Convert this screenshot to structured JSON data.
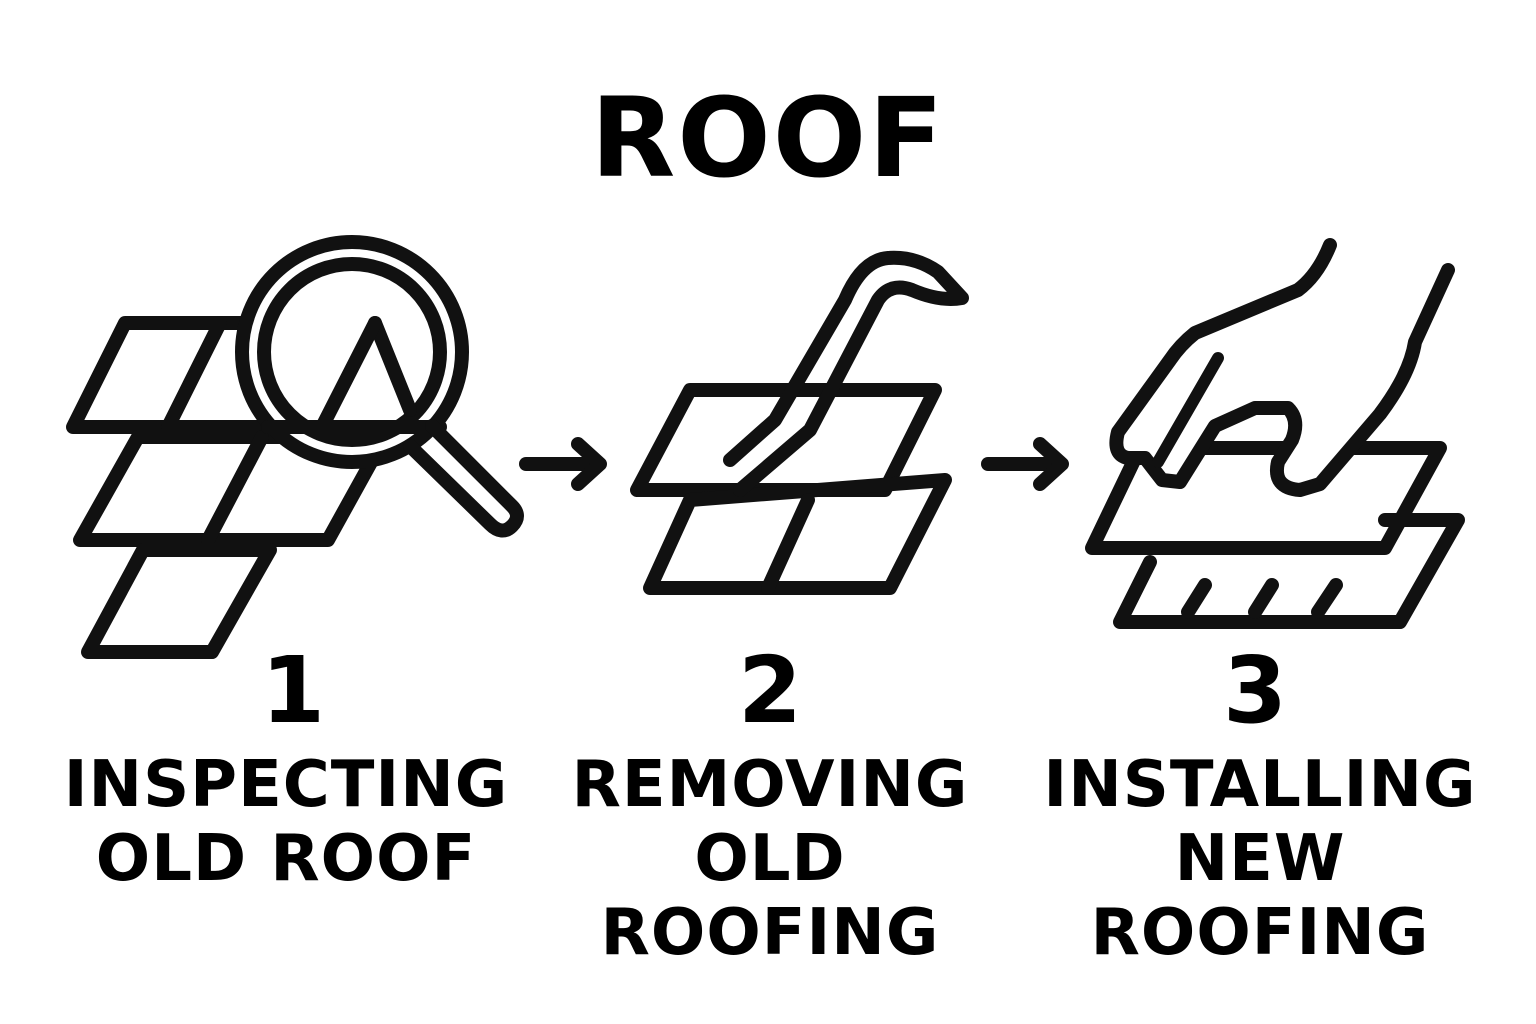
{
  "title": "ROOF",
  "colors": {
    "ink": "#111111",
    "background": "#ffffff"
  },
  "steps": [
    {
      "number": "1",
      "line1": "INSPECTING",
      "line2": "OLD ROOF",
      "icon": "magnifier-over-shingles-icon"
    },
    {
      "number": "2",
      "line1": "REMOVING",
      "line2": "OLD ROOFING",
      "icon": "pry-bar-lifting-shingle-icon"
    },
    {
      "number": "3",
      "line1": "INSTALLING",
      "line2": "NEW ROOFING",
      "icon": "hand-placing-shingle-icon"
    }
  ],
  "arrows": [
    "right-arrow-icon",
    "right-arrow-icon"
  ]
}
